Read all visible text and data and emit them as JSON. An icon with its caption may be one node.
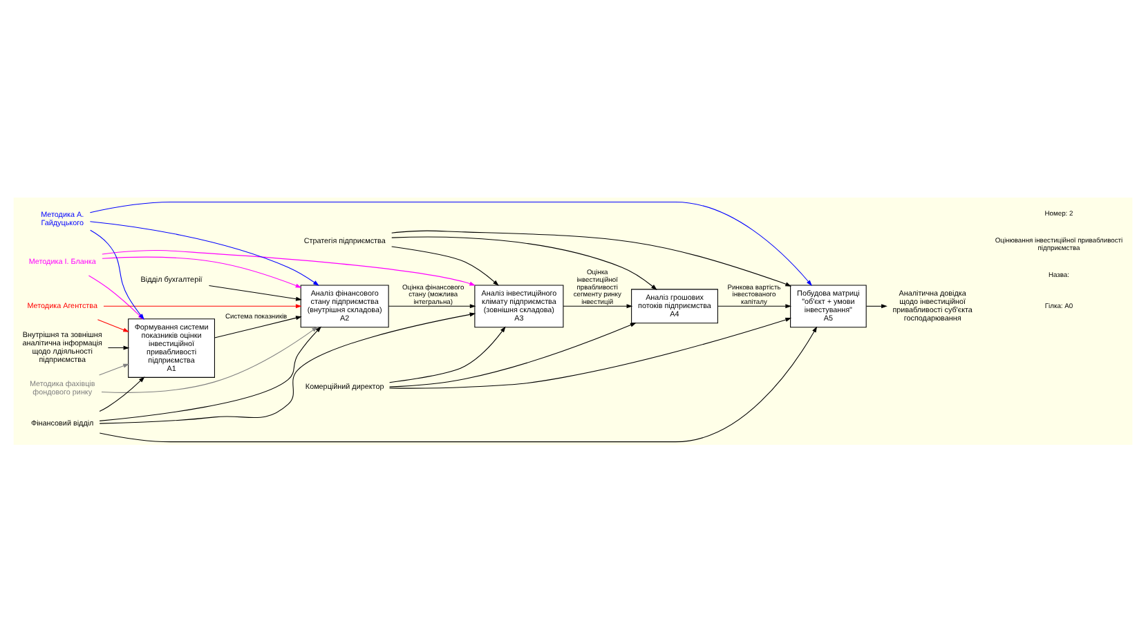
{
  "diagram": {
    "nodes": [
      {
        "text": [
          "Методика фахівців фондового ринку"
        ]
      },
      {
        "text": [
          "Методика І. Бланка"
        ]
      },
      {
        "text": [
          "Методика Агентства"
        ]
      },
      {
        "text": [
          "Методика А. Гайдуцького"
        ]
      },
      {
        "text": [
          "Стратегія підприємства"
        ]
      },
      {
        "text": [
          "Внутрішня та зовнішня аналітична інформація щодо лдіяльності підприємства"
        ]
      },
      {
        "text": [
          "Формування системи показників оцінки інвестиційної привабливості підприємства",
          "A1"
        ]
      },
      {
        "text": [
          "Аналіз фінансового стану підприємства (внутрішня складова)",
          "A2"
        ]
      },
      {
        "text": [
          "Аналіз інвестиційного клімату підприємства (зовнішня складова)",
          "A3"
        ]
      },
      {
        "text": [
          "Аналіз грошових потоків підприємства",
          "A4"
        ]
      },
      {
        "text": [
          "Побудова матриці \"об'єкт + умови інвестування\"",
          "A5"
        ]
      },
      {
        "text": [
          "Аналітична довідка щодо інвестиційної привабливості суб'єкта господарювання"
        ]
      },
      {
        "text": [
          "Фінансовий відділ"
        ]
      },
      {
        "text": [
          "Відділ бухгалтерії"
        ]
      },
      {
        "text": [
          "Комерційний директор"
        ]
      }
    ],
    "edges": [
      {
        "from": 0,
        "to": 6,
        "arrow": "to",
        "color": "#808080"
      },
      {
        "from": 0,
        "to": 7,
        "arrow": "to",
        "color": "#808080"
      },
      {
        "from": 1,
        "to": 6,
        "arrow": "to",
        "color": "#ff00ff"
      },
      {
        "from": 1,
        "to": 7,
        "arrow": "to",
        "color": "#ff00ff"
      },
      {
        "from": 1,
        "to": 8,
        "arrow": "to",
        "color": "#ff00ff"
      },
      {
        "from": 2,
        "to": 6,
        "arrow": "to",
        "color": "#ff0000"
      },
      {
        "from": 2,
        "to": 7,
        "arrow": "to",
        "color": "#ff0000"
      },
      {
        "from": 3,
        "to": 6,
        "arrow": "to",
        "color": "#0000ff"
      },
      {
        "from": 3,
        "to": 7,
        "arrow": "to",
        "color": "#0000ff"
      },
      {
        "from": 3,
        "to": 10,
        "arrow": "to",
        "color": "#0000ff"
      },
      {
        "from": 4,
        "to": 8,
        "arrow": "to"
      },
      {
        "from": 4,
        "to": 9,
        "arrow": "to"
      },
      {
        "from": 4,
        "to": 10,
        "arrow": "to"
      },
      {
        "from": 5,
        "to": 6,
        "arrow": "to"
      },
      {
        "from": 6,
        "to": 7,
        "arrow": "to",
        "label": "Система показників"
      },
      {
        "from": 7,
        "to": 8,
        "arrow": "to",
        "label": "Оцінка фінансового стану (можлива інтегральна)"
      },
      {
        "from": 8,
        "to": 9,
        "arrow": "to",
        "label": "Оцінка інвестиційної првабливості сегменту ринку інвестицій"
      },
      {
        "from": 9,
        "to": 10,
        "arrow": "to",
        "label": "Ринкова вартість інвестованого капіталу"
      },
      {
        "from": 10,
        "to": 11,
        "arrow": "to"
      },
      {
        "from": 12,
        "to": 6,
        "arrow": "to"
      },
      {
        "from": 12,
        "to": 7,
        "arrow": "to"
      },
      {
        "from": 12,
        "to": 8,
        "arrow": "to"
      },
      {
        "from": 12,
        "to": 10,
        "arrow": "to"
      },
      {
        "from": 13,
        "to": 7,
        "arrow": "to"
      },
      {
        "from": 14,
        "to": 8,
        "arrow": "to"
      },
      {
        "from": 14,
        "to": 9,
        "arrow": "to"
      },
      {
        "from": 14,
        "to": 10,
        "arrow": "to"
      }
    ],
    "labels": [
      "Гілка: A0",
      "Назва:",
      "Оцінювання інвестиційної привабливості підприємства",
      "Номер: 2"
    ]
  }
}
